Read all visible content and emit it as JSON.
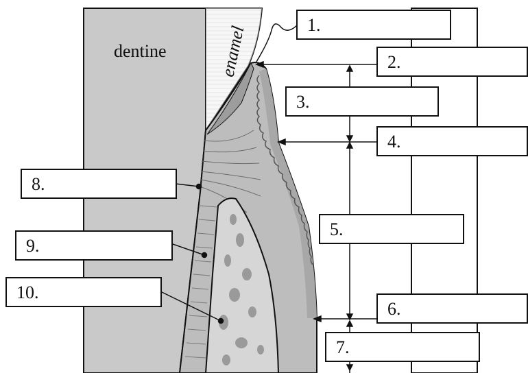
{
  "tissue_labels": {
    "dentine": "dentine",
    "enamel": "enamel"
  },
  "answer_boxes": [
    {
      "number": "1."
    },
    {
      "number": "2."
    },
    {
      "number": "3."
    },
    {
      "number": "4."
    },
    {
      "number": "5."
    },
    {
      "number": "6."
    },
    {
      "number": "7."
    },
    {
      "number": "8."
    },
    {
      "number": "9."
    },
    {
      "number": "10."
    }
  ],
  "colors": {
    "dentine_fill": "#c9c9c9",
    "enamel_fill": "#f1f1f1",
    "gingiva_fill": "#bdbdbd",
    "epithelium_fill": "#a8a8a8",
    "bone_fill": "#d6d6d6",
    "outline": "#111111"
  }
}
